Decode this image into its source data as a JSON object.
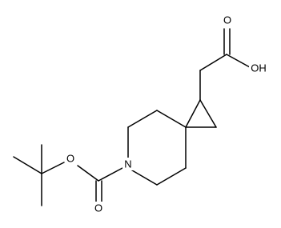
{
  "molecule": {
    "atoms": {
      "carbonyl_oxygen_top": "O",
      "hydroxyl": "OH",
      "nitrogen": "N",
      "ester_oxygen": "O",
      "carbonyl_oxygen_bottom": "O"
    }
  },
  "colors": {
    "bond": "#000000",
    "background": "#ffffff"
  }
}
